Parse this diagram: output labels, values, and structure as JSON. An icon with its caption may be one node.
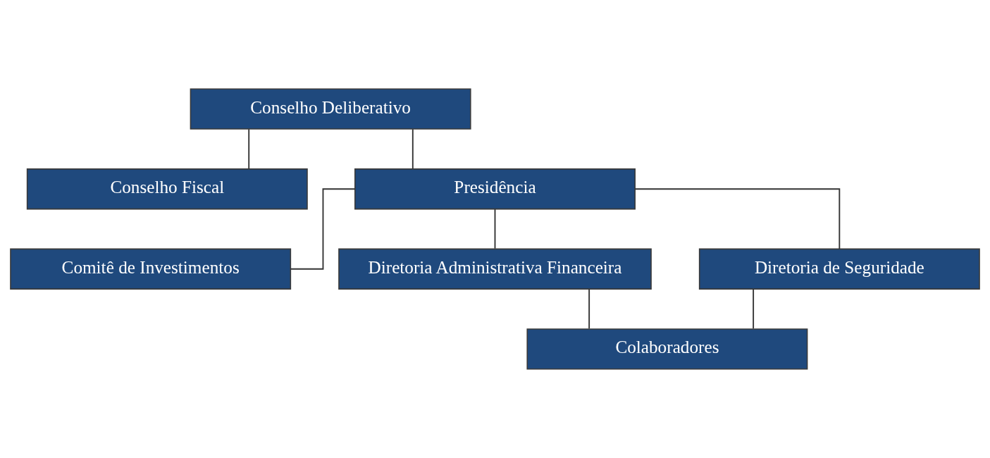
{
  "diagram": {
    "nodes": [
      {
        "text": [
          "Conselho Deliberativo"
        ]
      },
      {
        "text": [
          "Conselho Fiscal"
        ]
      },
      {
        "text": [
          "Presidência"
        ]
      },
      {
        "text": [
          "Comitê de Investimentos"
        ]
      },
      {
        "text": [
          "Diretoria Administrativa Financeira"
        ]
      },
      {
        "text": [
          "Diretoria de Seguridade"
        ]
      },
      {
        "text": [
          "Colaboradores"
        ]
      }
    ],
    "edges": [
      {
        "from": 0,
        "to": 1,
        "arrow": "none"
      },
      {
        "from": 0,
        "to": 2,
        "arrow": "none"
      },
      {
        "from": 2,
        "to": 3,
        "arrow": "none"
      },
      {
        "from": 2,
        "to": 4,
        "arrow": "none"
      },
      {
        "from": 2,
        "to": 5,
        "arrow": "none"
      },
      {
        "from": 4,
        "to": 6,
        "arrow": "none"
      },
      {
        "from": 5,
        "to": 6,
        "arrow": "none"
      }
    ]
  }
}
